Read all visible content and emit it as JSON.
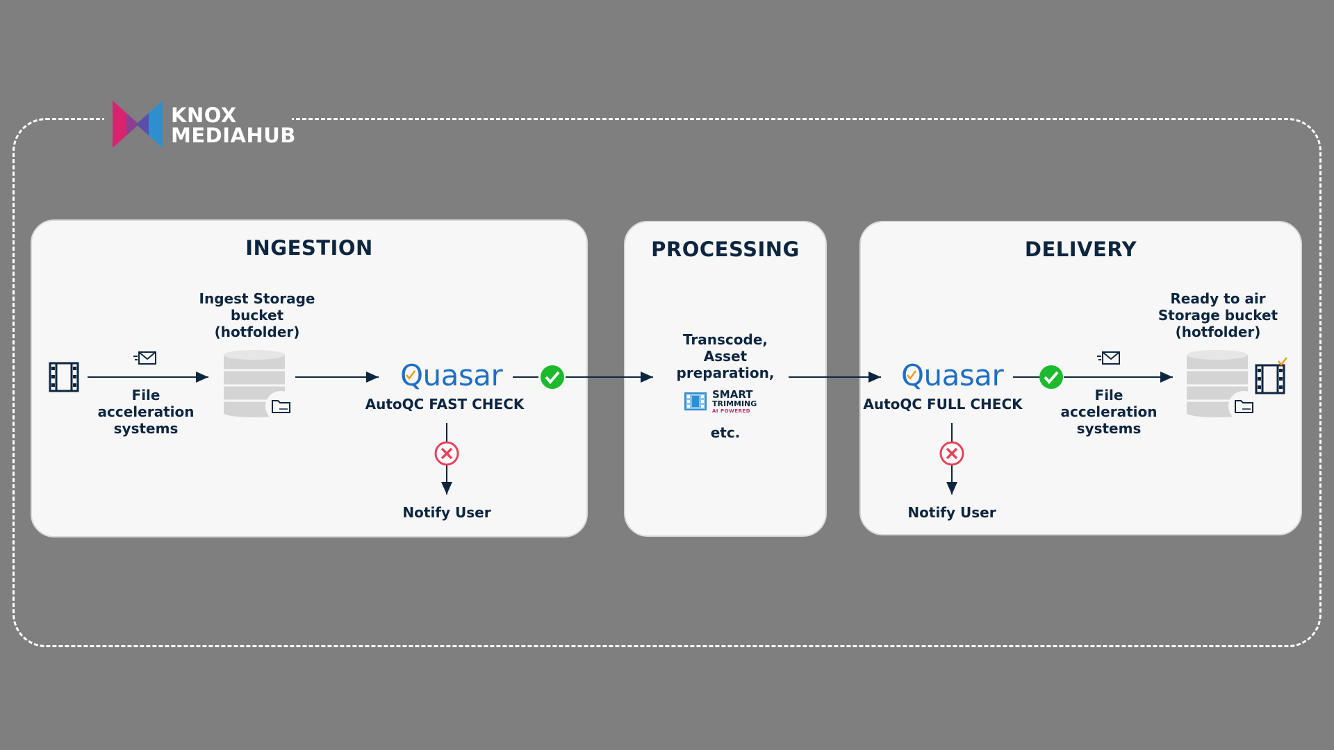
{
  "logo": {
    "line1": "KNOX",
    "line2": "MEDIAHUB"
  },
  "ingestion": {
    "title": "INGESTION",
    "transfer_label": "File\nacceleration\nsystems",
    "storage_label": "Ingest Storage\nbucket\n(hotfolder)",
    "qc_brand": "Quasar",
    "qc_label": "AutoQC FAST CHECK",
    "notify_label": "Notify User"
  },
  "processing": {
    "title": "PROCESSING",
    "text_top": "Transcode,\nAsset\npreparation,",
    "smart_trimming_line1": "SMART",
    "smart_trimming_line2": "TRIMMING",
    "smart_trimming_line3": "AI POWERED",
    "text_bottom": "etc."
  },
  "delivery": {
    "title": "DELIVERY",
    "qc_brand": "Quasar",
    "qc_label": "AutoQC FULL CHECK",
    "notify_label": "Notify User",
    "transfer_label": "File\nacceleration\nsystems",
    "storage_label": "Ready to air\nStorage bucket\n(hotfolder)"
  },
  "icons": {
    "film": "film-strip-icon",
    "envelope": "envelope-icon",
    "storage": "database-icon",
    "folder": "folder-icon",
    "pass": "check-circle-icon",
    "fail": "x-circle-icon",
    "ready": "checkmark-icon"
  },
  "colors": {
    "background": "#7f7f7f",
    "panel": "#f7f7f7",
    "text": "#0d2640",
    "quasar_blue": "#1f6fc4",
    "pass_green": "#1db92e",
    "fail_red": "#e8415a",
    "accent_orange": "#f39c12",
    "logo_pink": "#d6246e",
    "logo_blue": "#2f8fce"
  }
}
